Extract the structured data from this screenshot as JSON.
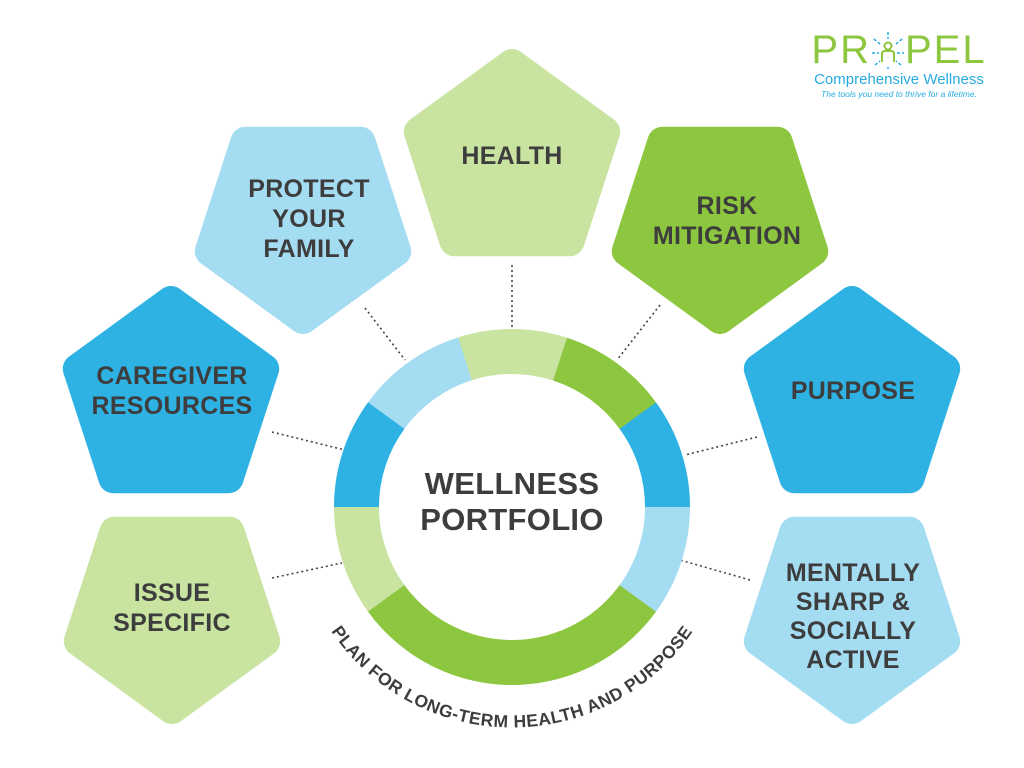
{
  "logo": {
    "word_left": "PR",
    "word_right": "PEL",
    "subtitle": "Comprehensive Wellness",
    "tagline": "The tools you need to thrive for a lifetime."
  },
  "center": {
    "title": "WELLNESS\nPORTFOLIO"
  },
  "arc_text": "PLAN FOR LONG-TERM HEALTH AND PURPOSE",
  "colors": {
    "light_blue": "#a4dcf2",
    "blue": "#2eb2e4",
    "green": "#8dc63f",
    "light_green": "#c9e3a1",
    "text": "#3d3d3d"
  },
  "pillars": [
    {
      "id": "health",
      "label": "HEALTH",
      "color": "light_green"
    },
    {
      "id": "protect-your-family",
      "label": "PROTECT\nYOUR\nFAMILY",
      "color": "light_blue"
    },
    {
      "id": "risk-mitigation",
      "label": "RISK\nMITIGATION",
      "color": "green"
    },
    {
      "id": "caregiver-resources",
      "label": "CAREGIVER\nRESOURCES",
      "color": "blue"
    },
    {
      "id": "purpose",
      "label": "PURPOSE",
      "color": "blue"
    },
    {
      "id": "issue-specific",
      "label": "ISSUE\nSPECIFIC",
      "color": "light_green"
    },
    {
      "id": "mentally-sharp",
      "label": "MENTALLY\nSHARP &\nSOCIALLY\nACTIVE",
      "color": "light_blue"
    }
  ],
  "ring_segments": [
    "light_green",
    "green",
    "blue",
    "light_blue",
    "green",
    "green",
    "green",
    "light_green",
    "blue",
    "light_blue"
  ]
}
